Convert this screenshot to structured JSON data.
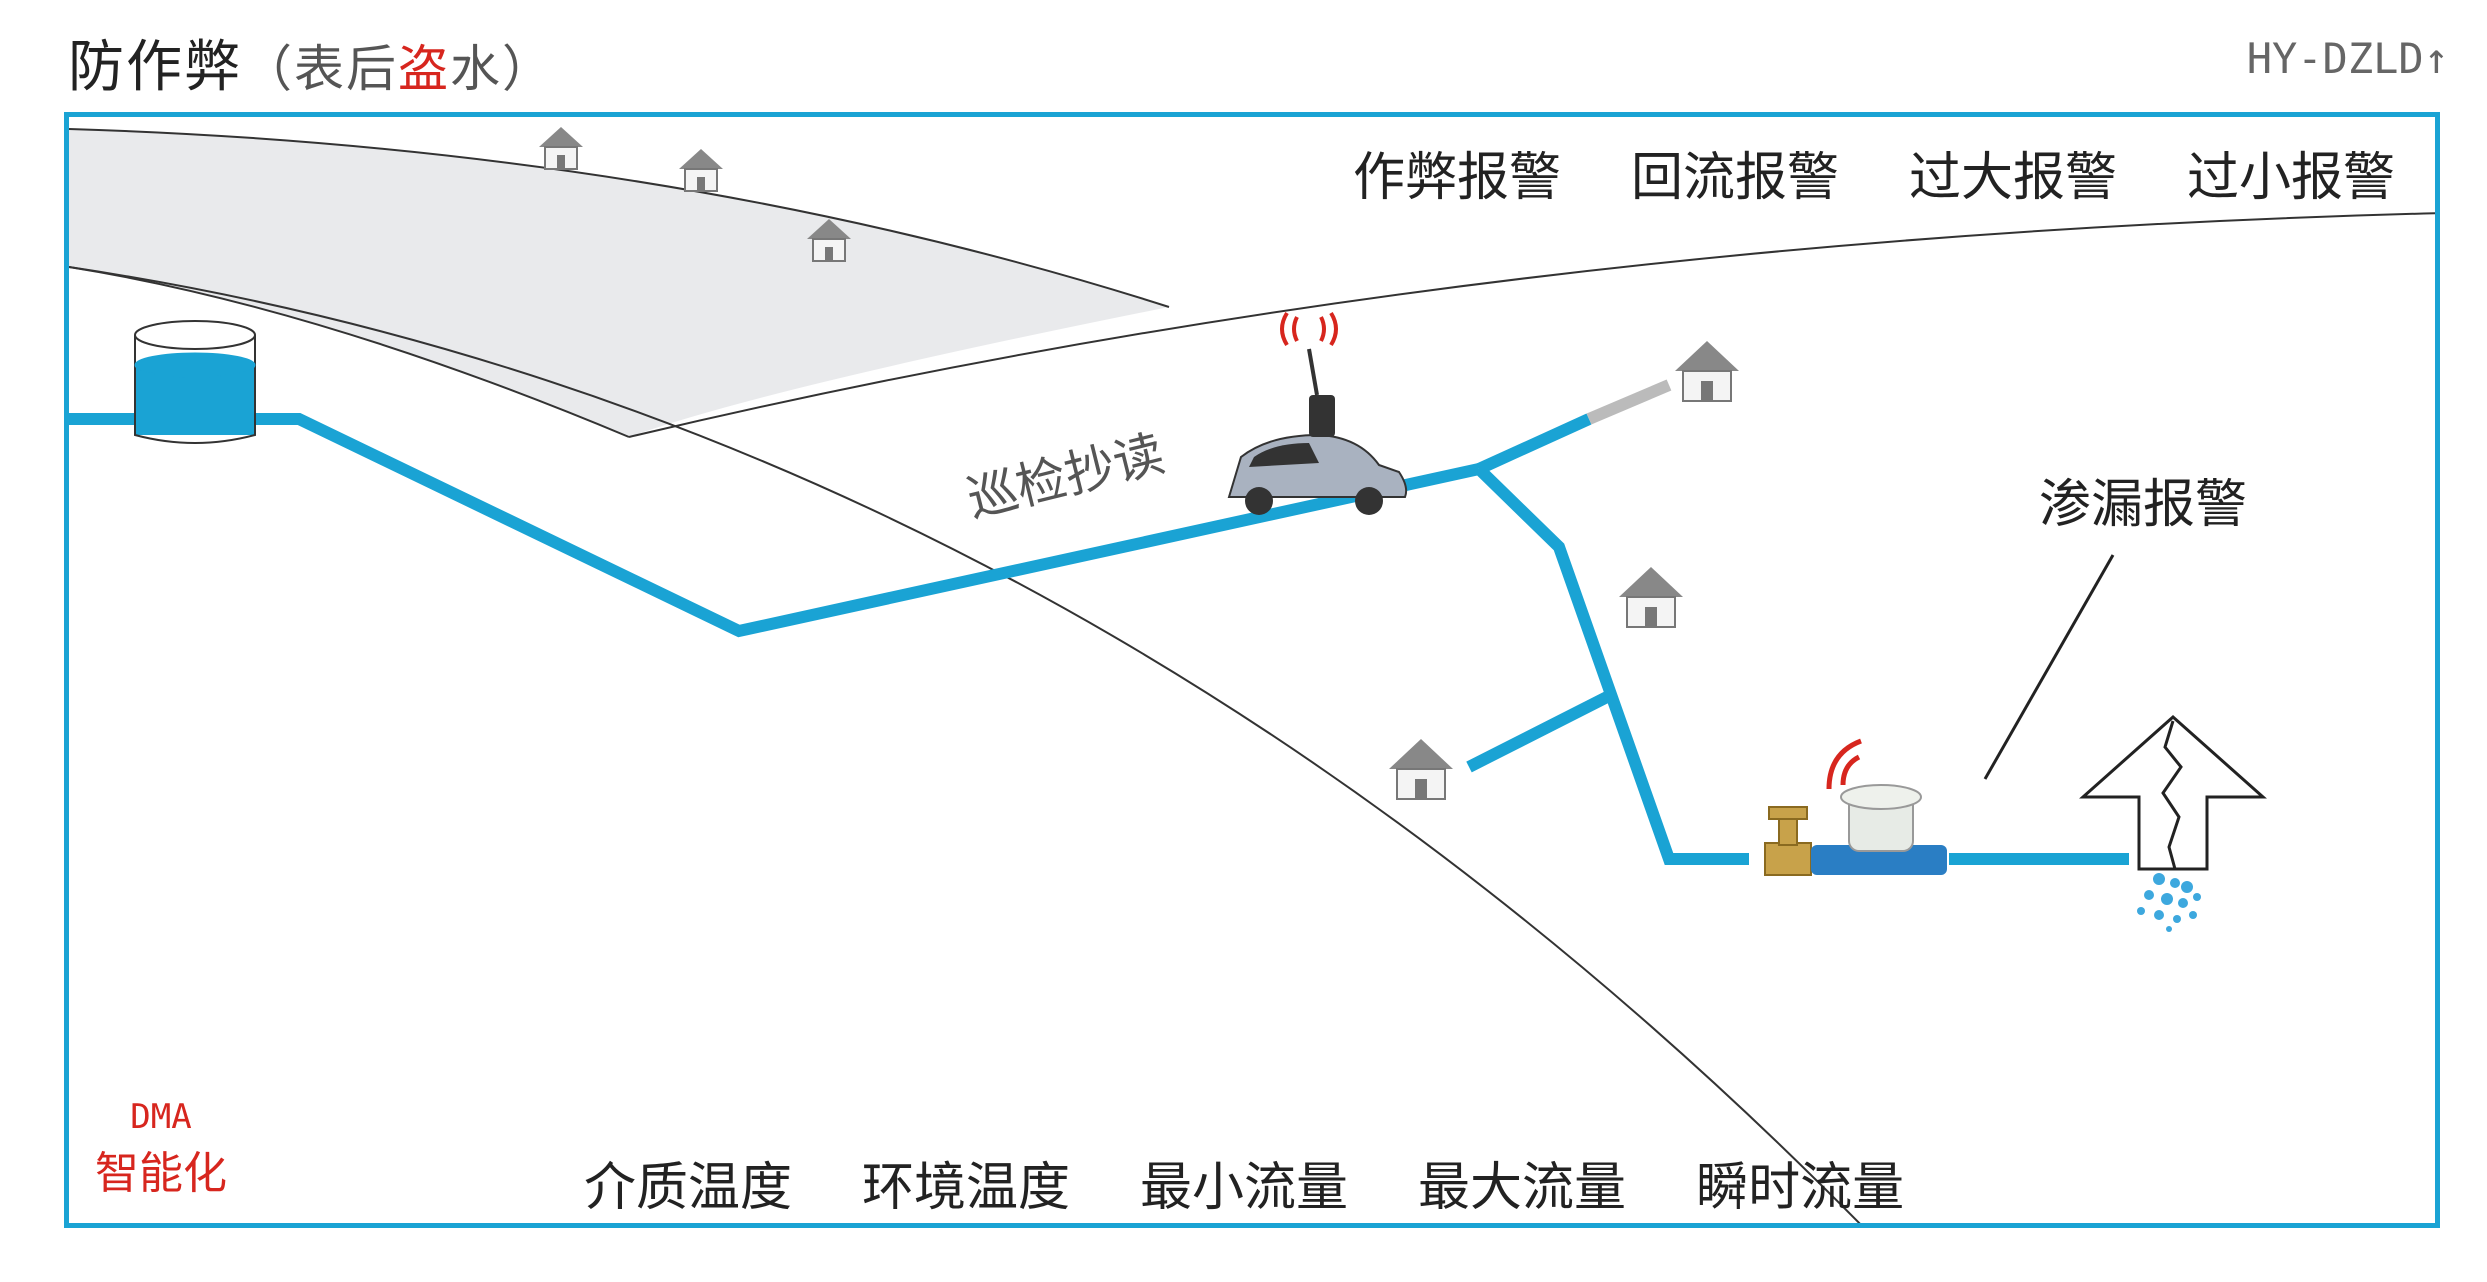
{
  "header": {
    "title_main": "防作弊",
    "title_open": "（表后",
    "title_red": "盗",
    "title_close": "水）",
    "model_code": "HY-DZLD↑"
  },
  "alarms": [
    "作弊报警",
    "回流报警",
    "过大报警",
    "过小报警"
  ],
  "metrics": [
    "介质温度",
    "环境温度",
    "最小流量",
    "最大流量",
    "瞬时流量"
  ],
  "labels": {
    "patrol": "巡检抄读",
    "leak": "渗漏报警"
  },
  "dma": {
    "en": "DMA",
    "zh": "智能化"
  },
  "colors": {
    "frame": "#1aa3d4",
    "pipe": "#1aa3d4",
    "accent_red": "#d7261e",
    "zone_fill": "#e9eaec"
  }
}
